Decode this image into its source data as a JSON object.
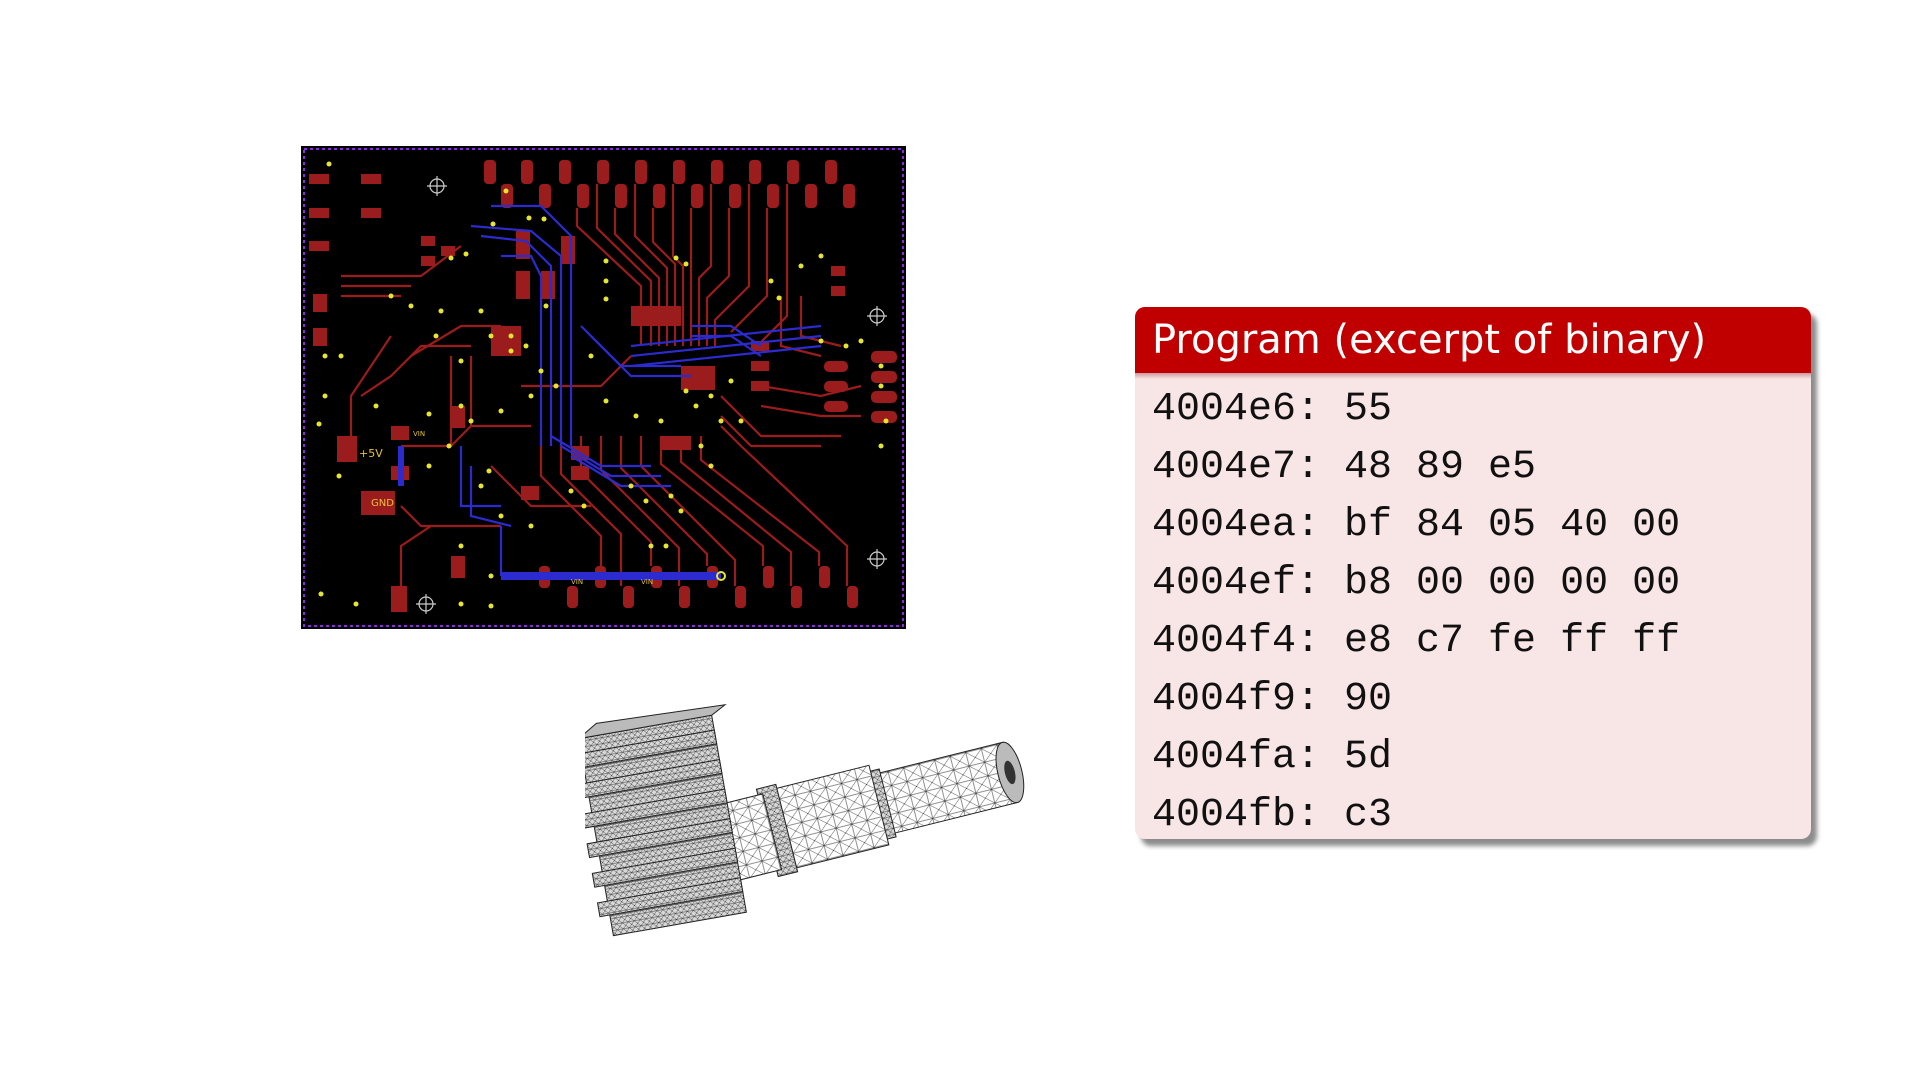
{
  "block": {
    "title": "Program (excerpt of binary)",
    "lines": [
      "4004e6: 55",
      "4004e7: 48 89 e5",
      "4004ea: bf 84 05 40 00",
      "4004ef: b8 00 00 00 00",
      "4004f4: e8 c7 fe ff ff",
      "4004f9: 90",
      "4004fa: 5d",
      "4004fb: c3"
    ]
  },
  "pcb": {
    "labels": {
      "plus5v": "+5V",
      "gnd": "GND",
      "vin1": "VIN",
      "vin2": "VIN",
      "vin3": "VIN"
    }
  },
  "colors": {
    "block_header": "#c00000",
    "block_body": "#f8e5e5",
    "pcb_board": "#000000",
    "pcb_top_copper": "#9b1c1c",
    "pcb_bottom_copper": "#2b2bd0",
    "pcb_via": "#e6e62e"
  }
}
